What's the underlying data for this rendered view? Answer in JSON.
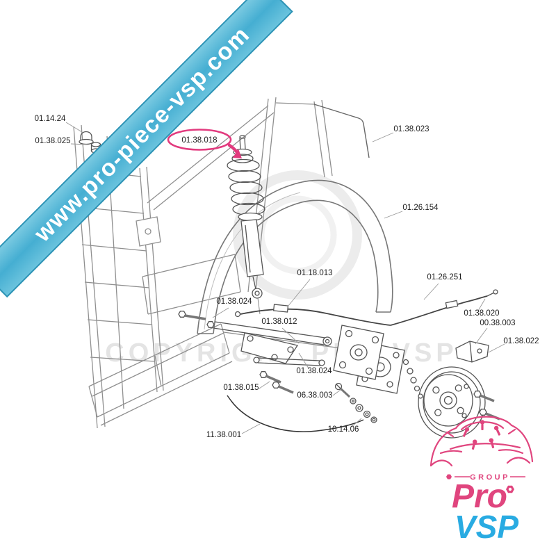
{
  "title": "VSP suspension exploded parts diagram",
  "watermark": {
    "url_text": "www.pro-piece-vsp.com",
    "copyright_text": "COPYRIGHT PRO VSP",
    "banner_color": "#4fb3d6"
  },
  "highlight": {
    "part_id": "01.38.018",
    "color": "#e23a7e"
  },
  "labels": [
    {
      "id": "01.14.24"
    },
    {
      "id": "01.38.025"
    },
    {
      "id": "01.38.018",
      "highlighted": true
    },
    {
      "id": "01.38.023"
    },
    {
      "id": "01.26.154"
    },
    {
      "id": "01.18.013"
    },
    {
      "id": "01.26.251"
    },
    {
      "id": "01.38.024"
    },
    {
      "id": "01.38.020"
    },
    {
      "id": "00.38.003"
    },
    {
      "id": "01.38.012"
    },
    {
      "id": "01.38.022"
    },
    {
      "id": "01.38.024"
    },
    {
      "id": "01.38.015"
    },
    {
      "id": "06.38.003"
    },
    {
      "id": "10.14.06"
    },
    {
      "id": "11.38.001"
    }
  ],
  "logo": {
    "group_label": "GROUP",
    "brand_top": "Pro",
    "brand_bottom": "VSP",
    "brand_top_color": "#e0457e",
    "brand_bottom_color": "#29abe2"
  }
}
